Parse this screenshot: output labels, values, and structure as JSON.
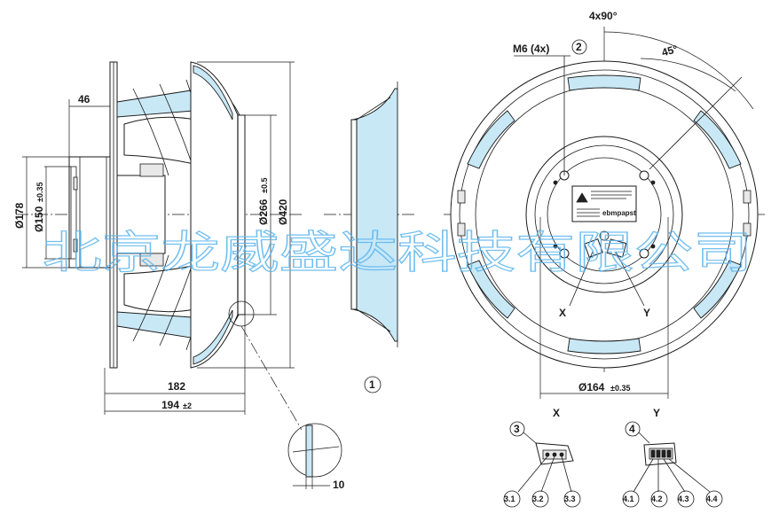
{
  "dimensions": {
    "d46": "46",
    "d178": "Ø178",
    "d150_main": "Ø150",
    "d150_tol": "±0.35",
    "d266_main": "Ø266",
    "d266_tol": "±0.5",
    "d420": "Ø420",
    "d182": "182",
    "d194_main": "194",
    "d194_tol": "±2",
    "d10": "10",
    "d164_main": "Ø164",
    "d164_tol": "±0.35",
    "d4x90": "4x90°",
    "dm6": "M6 (4x)",
    "d45": "45°"
  },
  "callouts": {
    "c1": "1",
    "c2": "2",
    "c3": "3",
    "c4": "4",
    "c31": "3.1",
    "c32": "3.2",
    "c33": "3.3",
    "c41": "4.1",
    "c42": "4.2",
    "c43": "4.3",
    "c44": "4.4"
  },
  "views": {
    "x_label": "X",
    "y_label": "Y",
    "x_marker": "X",
    "y_marker": "Y"
  },
  "label_brand": "ebmpapst",
  "watermark": "北京龙威盛达科技有限公司"
}
